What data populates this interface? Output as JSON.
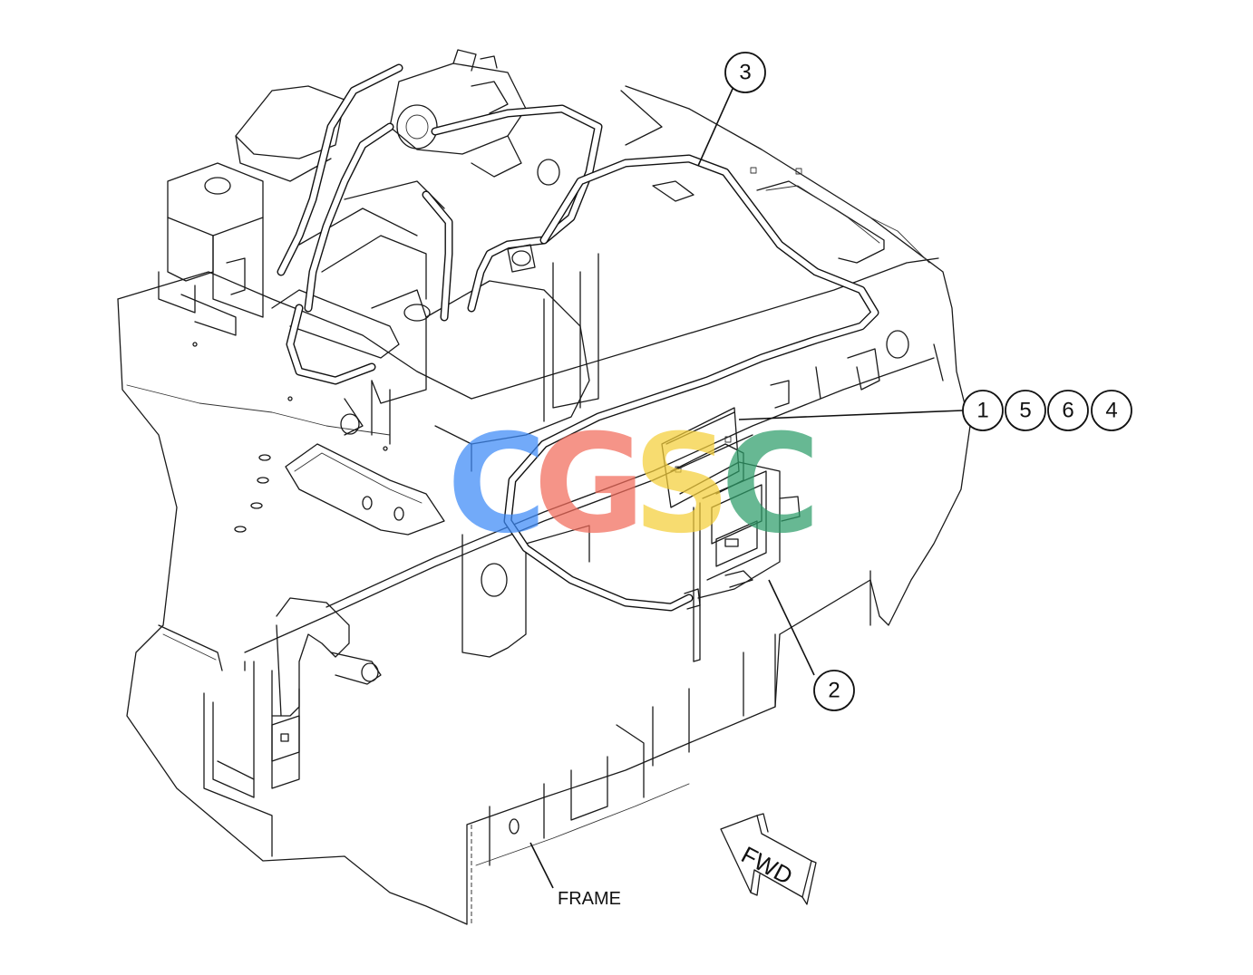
{
  "callouts": [
    {
      "id": "3",
      "label": "3"
    },
    {
      "id": "1",
      "label": "1"
    },
    {
      "id": "5",
      "label": "5"
    },
    {
      "id": "6",
      "label": "6"
    },
    {
      "id": "4",
      "label": "4"
    },
    {
      "id": "2",
      "label": "2"
    }
  ],
  "labels": {
    "frame": "FRAME",
    "direction_arrow": "FWD"
  },
  "watermark": {
    "letters": [
      "C",
      "G",
      "S",
      "C"
    ],
    "colors": [
      "#3d8af7",
      "#f26b5b",
      "#f5cf3a",
      "#2e9e6a"
    ]
  }
}
